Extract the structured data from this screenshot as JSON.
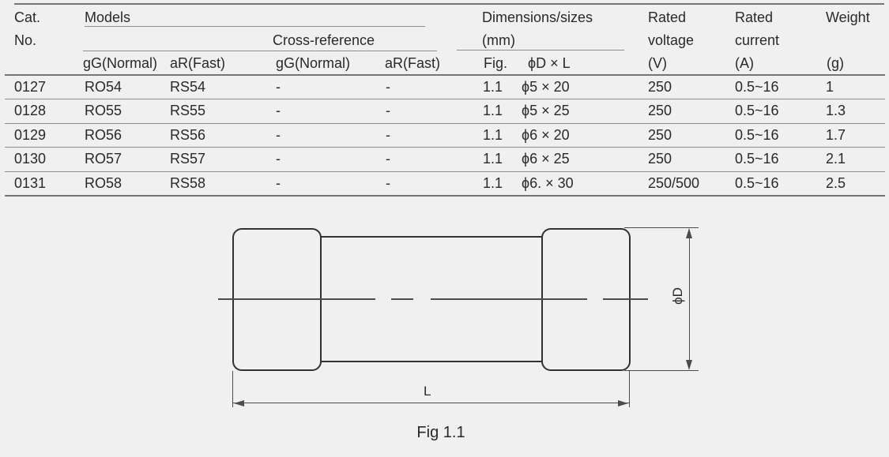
{
  "table": {
    "header": {
      "cat1": "Cat.",
      "cat2": "No.",
      "models": "Models",
      "cross_reference": "Cross-reference",
      "col_gg_a": "gG(Normal)",
      "col_ar_a": "aR(Fast)",
      "col_gg_b": "gG(Normal)",
      "col_ar_b": "aR(Fast)",
      "dims1": "Dimensions/sizes",
      "dims2": "(mm)",
      "fig": "Fig.",
      "dxl": "ϕD × L",
      "rated_v1": "Rated",
      "rated_v2": "voltage",
      "rated_v3": "(V)",
      "rated_c1": "Rated",
      "rated_c2": "current",
      "rated_c3": "(A)",
      "weight1": "Weight",
      "weight2": "(g)"
    },
    "rows": [
      {
        "cat": "0127",
        "gg": "RO54",
        "ar": "RS54",
        "xgg": "-",
        "xar": "-",
        "fig": "1.1",
        "dxl": "ϕ5 × 20",
        "v": "250",
        "a": "0.5~16",
        "g": "1"
      },
      {
        "cat": "0128",
        "gg": "RO55",
        "ar": "RS55",
        "xgg": "-",
        "xar": "-",
        "fig": "1.1",
        "dxl": "ϕ5 × 25",
        "v": "250",
        "a": "0.5~16",
        "g": "1.3"
      },
      {
        "cat": "0129",
        "gg": "RO56",
        "ar": "RS56",
        "xgg": "-",
        "xar": "-",
        "fig": "1.1",
        "dxl": "ϕ6 × 20",
        "v": "250",
        "a": "0.5~16",
        "g": "1.7"
      },
      {
        "cat": "0130",
        "gg": "RO57",
        "ar": "RS57",
        "xgg": "-",
        "xar": "-",
        "fig": "1.1",
        "dxl": "ϕ6 × 25",
        "v": "250",
        "a": "0.5~16",
        "g": "2.1"
      },
      {
        "cat": "0131",
        "gg": "RO58",
        "ar": "RS58",
        "xgg": "-",
        "xar": "-",
        "fig": "1.1",
        "dxl": "ϕ6. × 30",
        "v": "250/500",
        "a": "0.5~16",
        "g": "2.5"
      }
    ]
  },
  "figure": {
    "phi_d": "ϕD",
    "length": "L",
    "caption": "Fig 1.1"
  },
  "colors": {
    "background": "#f0f0f1",
    "text": "#29292d",
    "table_line": "#8f8f93",
    "table_line_strong": "#757579",
    "drawing_stroke": "#313135"
  }
}
